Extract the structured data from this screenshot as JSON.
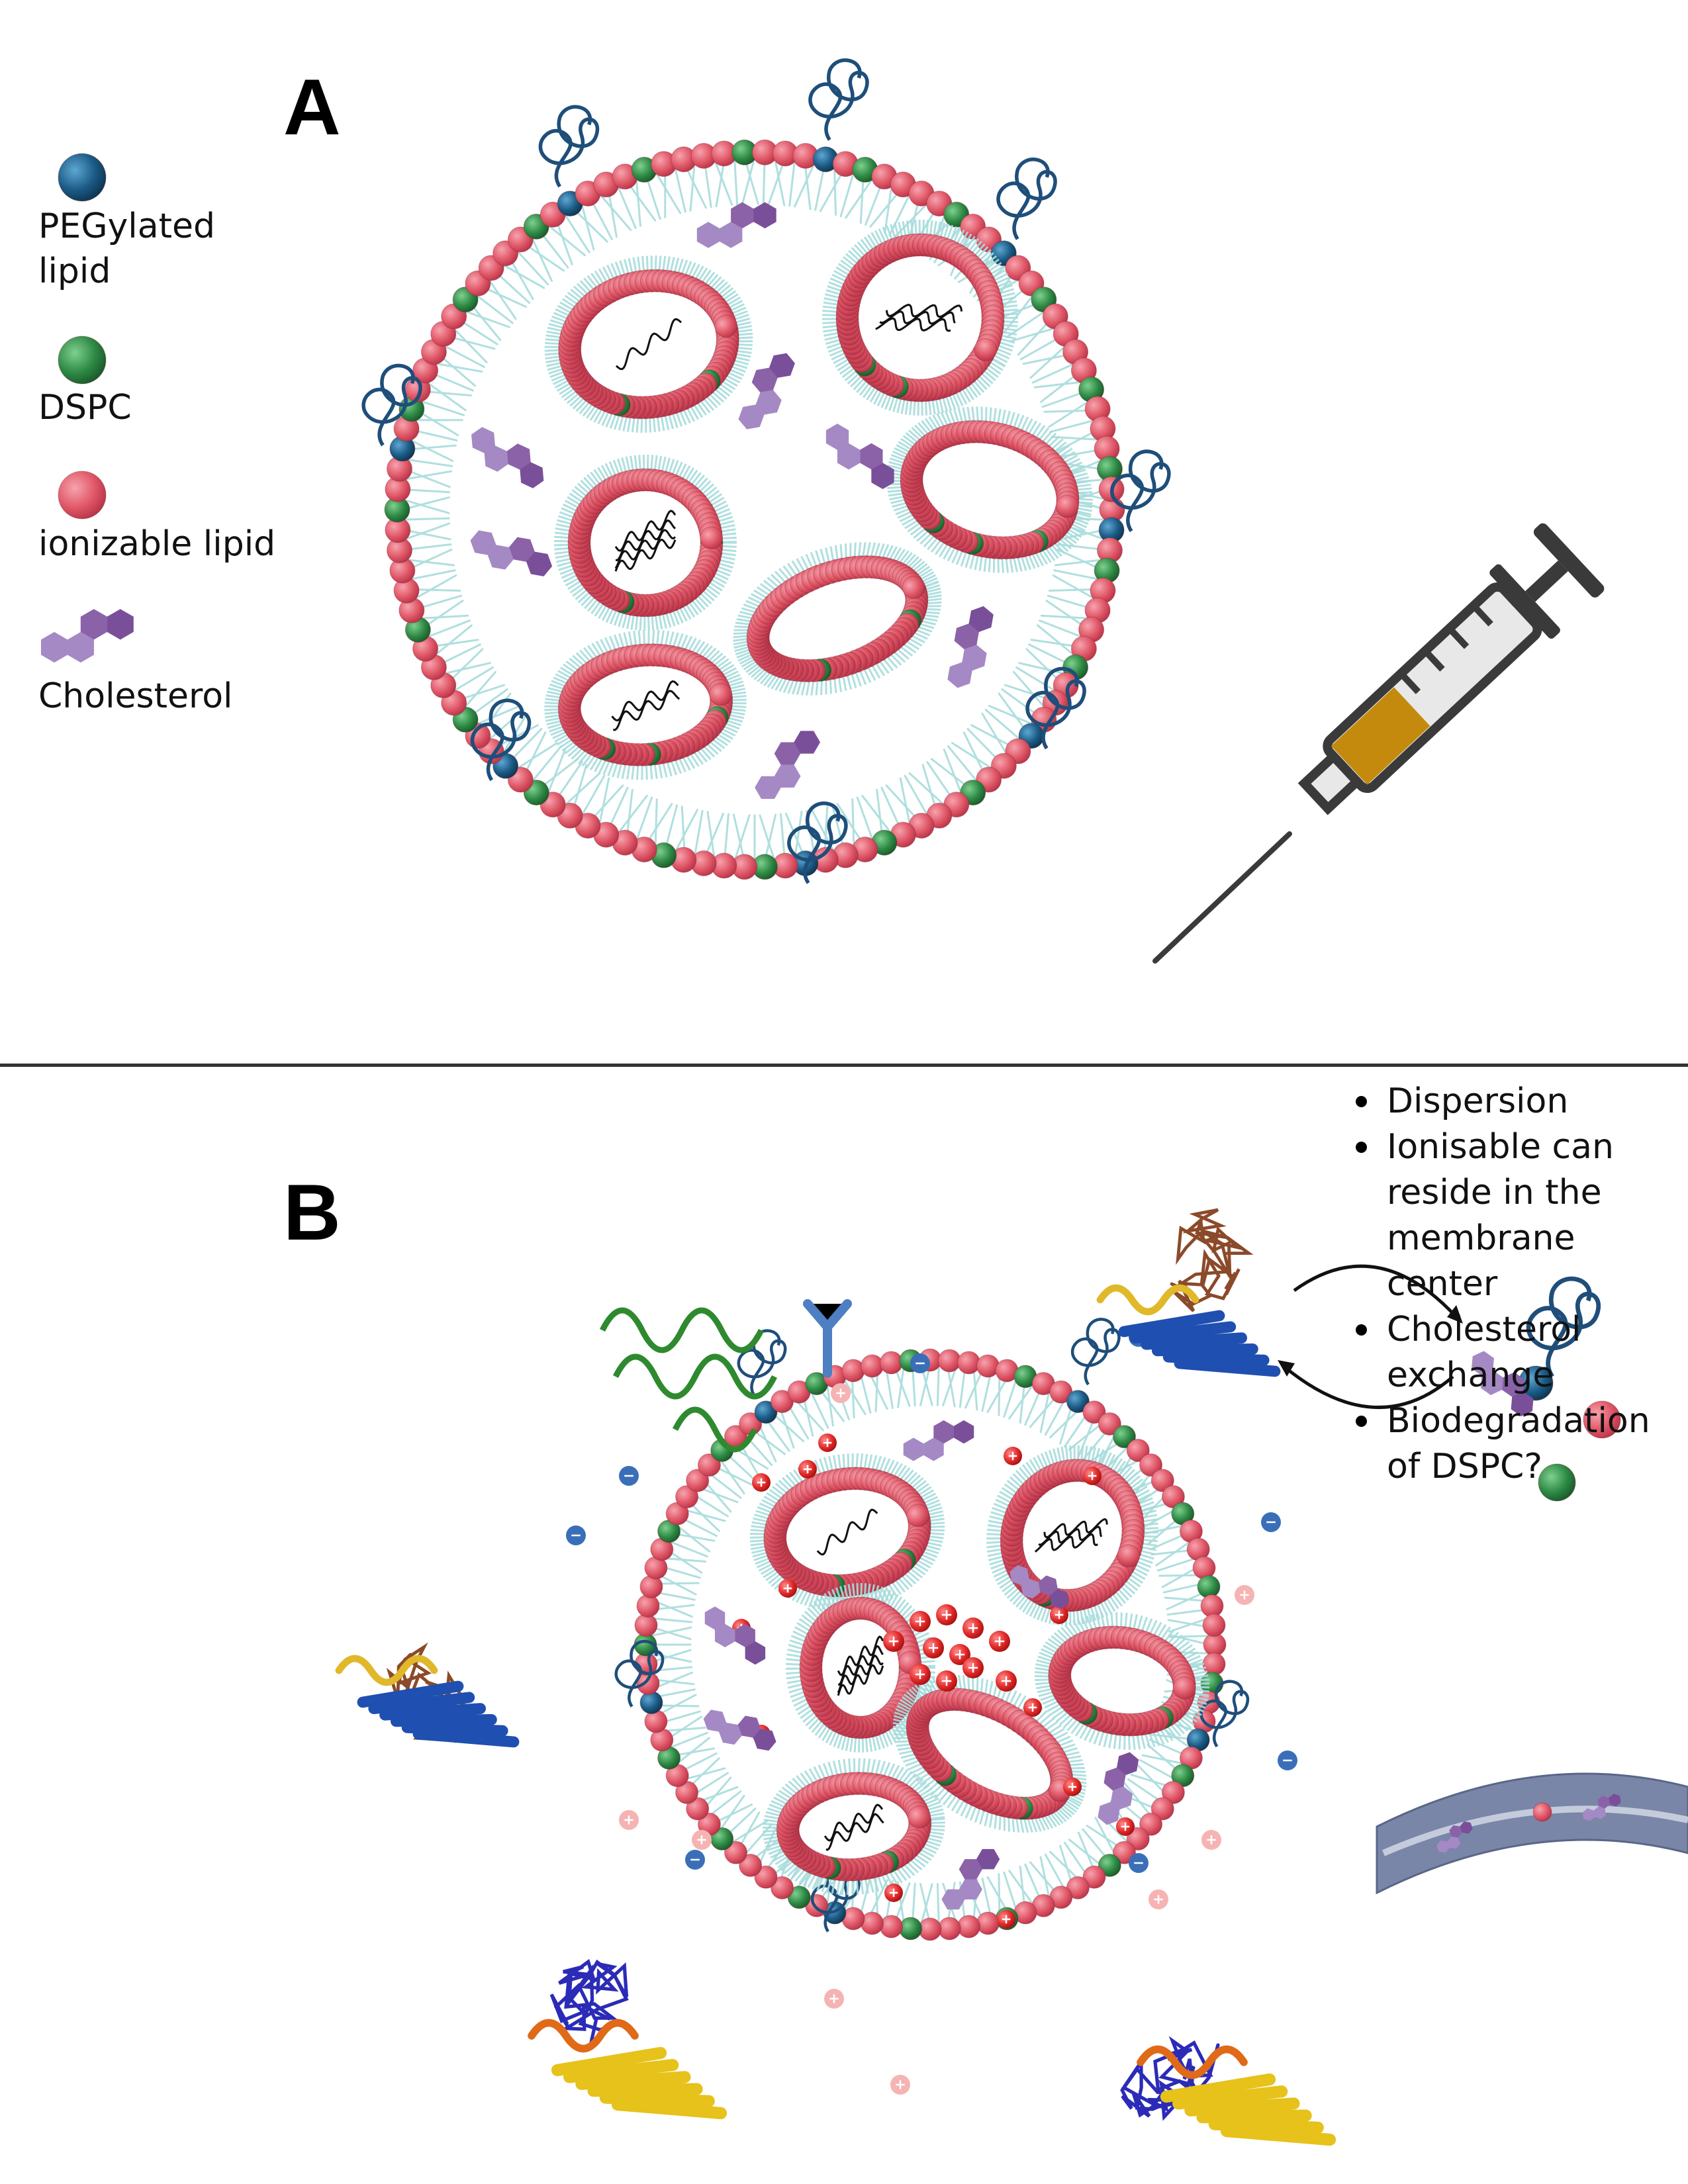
{
  "panels": {
    "a_label": "A",
    "b_label": "B"
  },
  "legend": {
    "items": [
      {
        "key": "peg",
        "label": "PEGylated\nlipid",
        "color": "#1b5b86"
      },
      {
        "key": "dspc",
        "label": "DSPC",
        "color": "#2e8a45"
      },
      {
        "key": "ionizable",
        "label": "ionizable lipid",
        "color": "#e05065"
      },
      {
        "key": "cholesterol",
        "label": "Cholesterol",
        "color": "#8b62a8"
      }
    ]
  },
  "bullets": [
    "Dispersion",
    "Ionisable can reside in the membrane center",
    "Cholesterol exchange",
    "Biodegradation of DSPC?"
  ],
  "colors": {
    "ionizable_lipid": "#e05868",
    "dspc": "#2e8a45",
    "peg": "#1b5b86",
    "cholesterol": "#8b62a8",
    "lipid_tails": "#a8dcdc",
    "syringe_fluid": "#c48a0e",
    "syringe_outline": "#3a3a3a",
    "positive_charge": "#e23a3a",
    "negative_charge": "#2f66b0",
    "divider": "#333333"
  },
  "icons": [
    "syringe-icon",
    "protein-icon",
    "antibody-icon",
    "exchange-arrows-icon",
    "membrane-icon",
    "mrna-icon"
  ]
}
